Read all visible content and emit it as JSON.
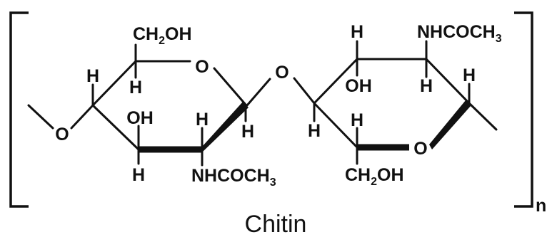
{
  "molecule": {
    "name": "Chitin",
    "repeat_subscript": "n",
    "ring1": {
      "ring_oxygen": "O",
      "c6_group": {
        "main": "CH",
        "sub": "2",
        "tail": "OH"
      },
      "h_c4_up": "H",
      "h_c5_down": "H",
      "c3_oh": "OH",
      "h_c3_down": "H",
      "h_c2_up": "H",
      "c2_group": {
        "main": "NHCOCH",
        "sub": "3"
      },
      "h_c1_down": "H",
      "left_oxygen": "O"
    },
    "glycosidic_oxygen": "O",
    "ring2": {
      "h_top_left": "H",
      "c3_group": {
        "main": "NHCOCH",
        "sub": "3"
      },
      "c4_oh": "OH",
      "h_c3_down": "H",
      "h_c2_up": "H",
      "h_c5_down": "H",
      "h_c4_up": "H",
      "ring_oxygen": "O",
      "c6_group": {
        "main": "CH",
        "sub": "2",
        "tail": "OH"
      }
    }
  }
}
